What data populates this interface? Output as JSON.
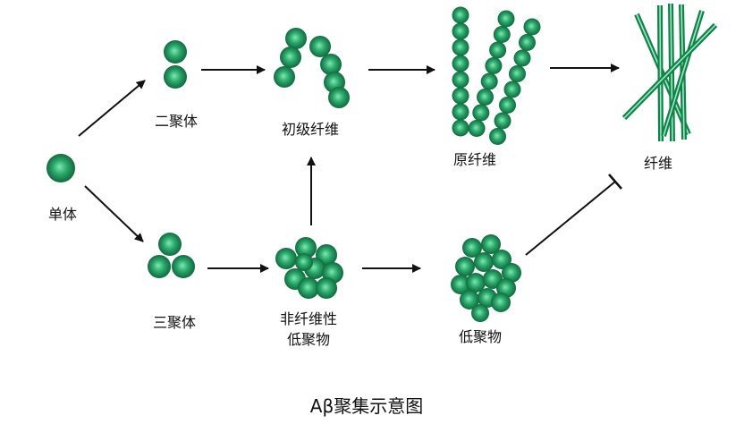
{
  "labels": {
    "monomer": "单体",
    "dimer": "二聚体",
    "trimer": "三聚体",
    "primary_fibril": "初级纤维",
    "nonfibrillar_line1": "非纤维性",
    "nonfibrillar_line2": "低聚物",
    "protofibril": "原纤维",
    "fibril": "纤维",
    "oligomer": "低聚物"
  },
  "title": "Aβ聚集示意图",
  "colors": {
    "sphere_light": "#6fe0a8",
    "sphere": "#1f9a5e",
    "sphere_dark": "#0b5e36",
    "fiber_dark": "#14804a",
    "fiber_light": "#8ff0bd",
    "arrow": "#111111"
  }
}
